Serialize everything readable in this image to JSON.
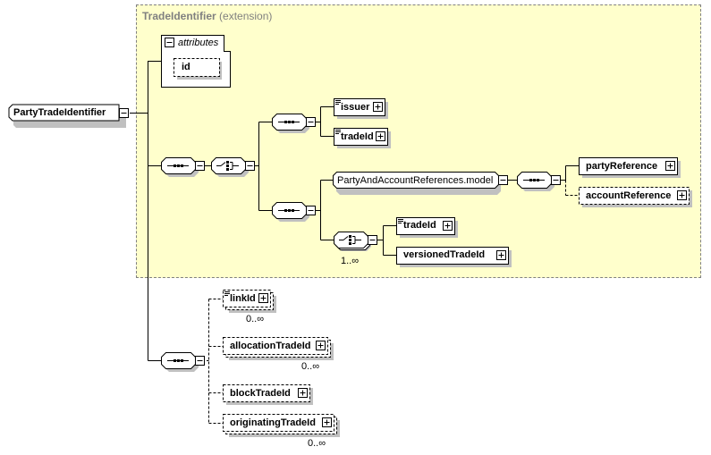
{
  "root": {
    "name": "PartyTradeIdentifier"
  },
  "extension": {
    "type_name": "TradeIdentifier",
    "kind": "(extension)"
  },
  "attributes": {
    "label": "attributes",
    "items": [
      {
        "name": "id",
        "optional": true
      }
    ]
  },
  "choice_branch_a": {
    "elements": [
      {
        "name": "issuer",
        "has_text_icon": true,
        "optional": false
      },
      {
        "name": "tradeId",
        "has_text_icon": true,
        "optional": false
      }
    ]
  },
  "choice_branch_b": {
    "group": {
      "name": "PartyAndAccountReferences.model"
    },
    "group_elements": [
      {
        "name": "partyReference",
        "optional": false
      },
      {
        "name": "accountReference",
        "optional": true
      }
    ],
    "inner_choice": {
      "occurrence": "1..∞",
      "elements": [
        {
          "name": "tradeId",
          "has_text_icon": true,
          "optional": false
        },
        {
          "name": "versionedTradeId",
          "has_text_icon": false,
          "optional": false
        }
      ]
    }
  },
  "extension_sequence": {
    "elements": [
      {
        "name": "linkId",
        "has_text_icon": true,
        "optional": true,
        "occurrence": "0..∞"
      },
      {
        "name": "allocationTradeId",
        "has_text_icon": false,
        "optional": true,
        "occurrence": "0..∞"
      },
      {
        "name": "blockTradeId",
        "has_text_icon": false,
        "optional": true,
        "occurrence": ""
      },
      {
        "name": "originatingTradeId",
        "has_text_icon": false,
        "optional": true,
        "occurrence": "0..∞"
      }
    ]
  },
  "icons": {
    "sequence": "sequence-compositor-icon",
    "choice": "choice-compositor-icon",
    "collapse": "minus-box-icon",
    "expand": "plus-box-icon",
    "text_content": "text-lines-icon"
  },
  "colors": {
    "extension_fill": "#ffffcc",
    "extension_border": "#808080",
    "shadow": "#c0c0c0",
    "line": "#000000"
  }
}
